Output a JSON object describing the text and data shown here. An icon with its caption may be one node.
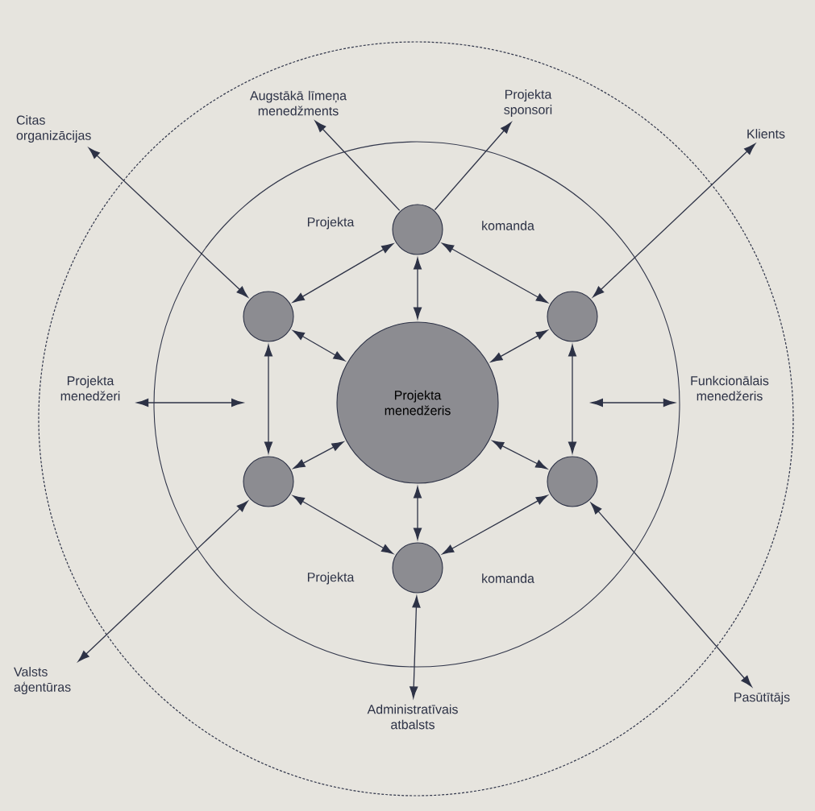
{
  "diagram": {
    "nodes": [
      {
        "text": [
          "Projekta menedžeris"
        ]
      },
      {
        "text": [],
        "shape": "circle"
      },
      {
        "text": [],
        "shape": "circle"
      },
      {
        "text": [],
        "shape": "circle"
      },
      {
        "text": [],
        "shape": "circle"
      },
      {
        "text": [],
        "shape": "circle"
      },
      {
        "text": [],
        "shape": "circle"
      },
      {
        "text": [
          "Augstākā līmeņa menedžments"
        ]
      },
      {
        "text": [
          "Projekta sponsori"
        ]
      },
      {
        "text": [
          "Citas organizācijas"
        ]
      },
      {
        "text": [
          "Klients"
        ]
      },
      {
        "text": [
          "Projekta menedžeri"
        ]
      },
      {
        "text": [
          "Funkcionālais menedžeris"
        ]
      },
      {
        "text": [
          "Valsts aģentūras"
        ]
      },
      {
        "text": [
          "Administratīvais atbalsts"
        ]
      },
      {
        "text": [
          "Pasūtītājs"
        ]
      }
    ],
    "edges": [
      {
        "from": 0,
        "to": 1,
        "arrow": "both"
      },
      {
        "from": 0,
        "to": 2,
        "arrow": "both"
      },
      {
        "from": 0,
        "to": 3,
        "arrow": "both"
      },
      {
        "from": 0,
        "to": 4,
        "arrow": "both"
      },
      {
        "from": 0,
        "to": 5,
        "arrow": "both"
      },
      {
        "from": 0,
        "to": 6,
        "arrow": "both"
      },
      {
        "from": 1,
        "to": 2,
        "arrow": "both"
      },
      {
        "from": 2,
        "to": 3,
        "arrow": "both"
      },
      {
        "from": 3,
        "to": 4,
        "arrow": "both"
      },
      {
        "from": 4,
        "to": 5,
        "arrow": "both"
      },
      {
        "from": 5,
        "to": 6,
        "arrow": "both"
      },
      {
        "from": 6,
        "to": 1,
        "arrow": "both"
      },
      {
        "from": 1,
        "to": 7,
        "arrow": "to"
      },
      {
        "from": 1,
        "to": 8,
        "arrow": "to"
      },
      {
        "from": 6,
        "to": 9,
        "arrow": "both"
      },
      {
        "from": 2,
        "to": 10,
        "arrow": "both"
      },
      {
        "from": 11,
        "to": null,
        "arrow": "both"
      },
      {
        "from": 12,
        "to": null,
        "arrow": "both"
      },
      {
        "from": 5,
        "to": 13,
        "arrow": "both"
      },
      {
        "from": 4,
        "to": 14,
        "arrow": "both"
      },
      {
        "from": 3,
        "to": 15,
        "arrow": "both"
      }
    ],
    "labels": [
      "Projekta",
      "komanda",
      "Projekta",
      "komanda"
    ]
  }
}
